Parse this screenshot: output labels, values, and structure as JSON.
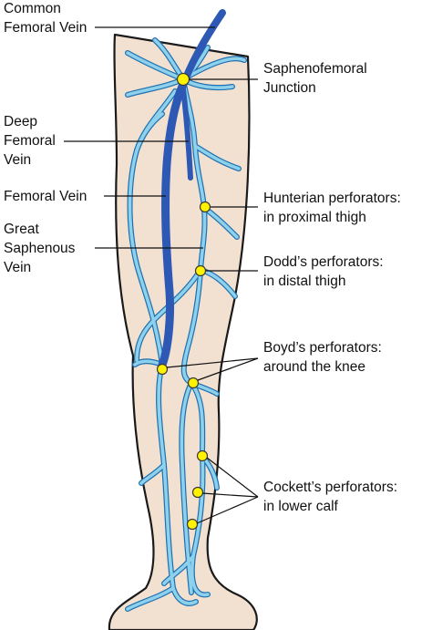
{
  "labels": {
    "common_femoral_vein": [
      "Common",
      "Femoral Vein"
    ],
    "deep_femoral_vein": [
      "Deep",
      "Femoral",
      "Vein"
    ],
    "femoral_vein": [
      "Femoral Vein"
    ],
    "great_saphenous_vein": [
      "Great",
      "Saphenous",
      "Vein"
    ],
    "saphenofemoral_junction": [
      "Saphenofemoral",
      "Junction"
    ],
    "hunterian_perforators": [
      "Hunterian perforators:",
      "in proximal thigh"
    ],
    "dodds_perforators": [
      "Dodd’s perforators:",
      "in distal thigh"
    ],
    "boyds_perforators": [
      "Boyd’s perforators:",
      "around the knee"
    ],
    "cocketts_perforators": [
      "Cockett’s perforators:",
      "in lower calf"
    ]
  },
  "colors": {
    "skin": "#f2e1d0",
    "deep_vein": "#2d59b5",
    "superficial_vein": "#8dd1ec",
    "vein_outline": "#1e6fb0",
    "perforator_marker": "#fff200",
    "outline": "#1a1a1a"
  }
}
